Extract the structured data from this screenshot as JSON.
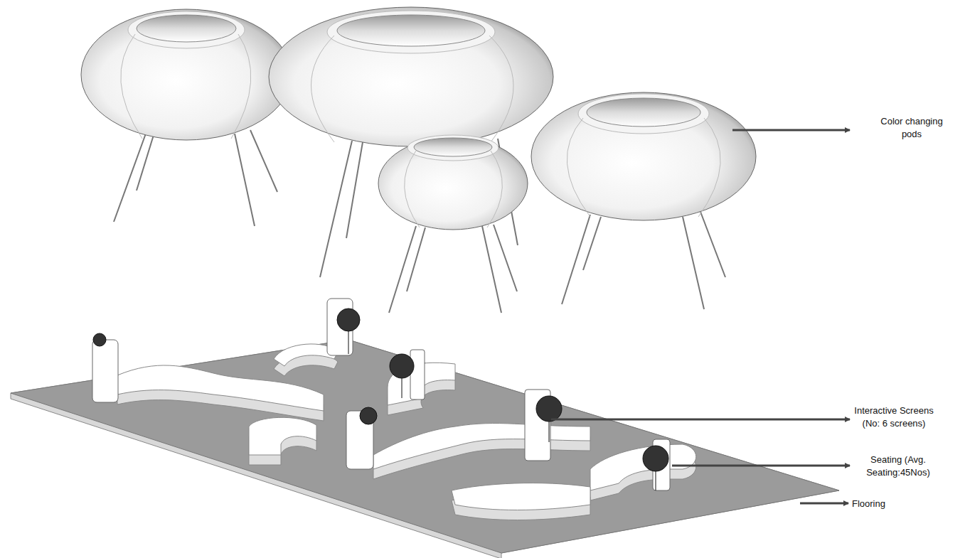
{
  "diagram": {
    "labels": [
      "Color changing pods",
      "Interactive Screens (No: 6 screens)",
      "Seating (Avg. Seating:45Nos)",
      "Flooring"
    ]
  }
}
